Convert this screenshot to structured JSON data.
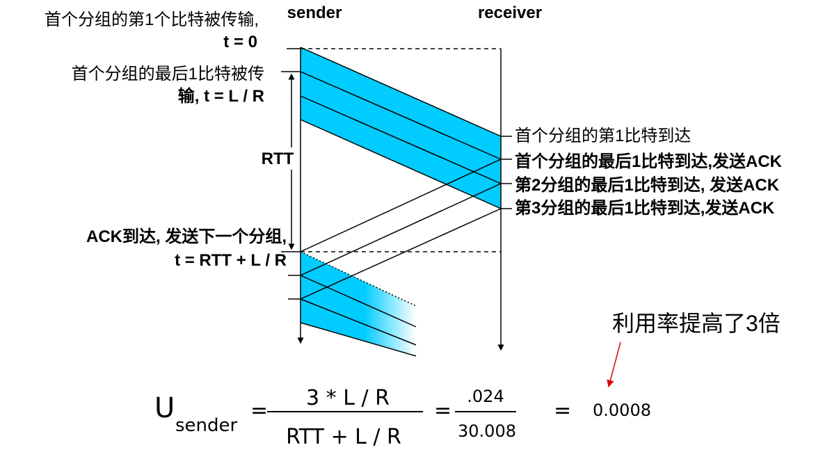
{
  "headers": {
    "sender": "sender",
    "receiver": "receiver"
  },
  "left_labels": {
    "first_bit_line1": "首个分组的第1个比特被传输,",
    "first_bit_line2": "t = 0",
    "last_bit_line1": "首个分组的最后1比特被传",
    "last_bit_line2": "输, t = L / R",
    "rtt": "RTT",
    "ack_line1": "ACK到达, 发送下一个分组,",
    "ack_line2": "t = RTT + L / R"
  },
  "right_labels": {
    "arrive_first": "首个分组的第1比特到达",
    "arrive_last1": "首个分组的最后1比特到达,发送ACK",
    "arrive_last2": "第2分组的最后1比特到达, 发送ACK",
    "arrive_last3": "第3分组的最后1比特到达,发送ACK"
  },
  "formula": {
    "u": "U",
    "u_sub": "sender",
    "eq1": "=",
    "num": "3 * L / R",
    "den": "RTT + L / R",
    "eq2": "=",
    "num2": ".024",
    "den2": "30.008",
    "eq3": "=",
    "result": "0.0008"
  },
  "note": "利用率提高了3倍",
  "colors": {
    "packet_fill": "#00ccff",
    "note_arrow": "#e00000",
    "line": "#000000"
  }
}
